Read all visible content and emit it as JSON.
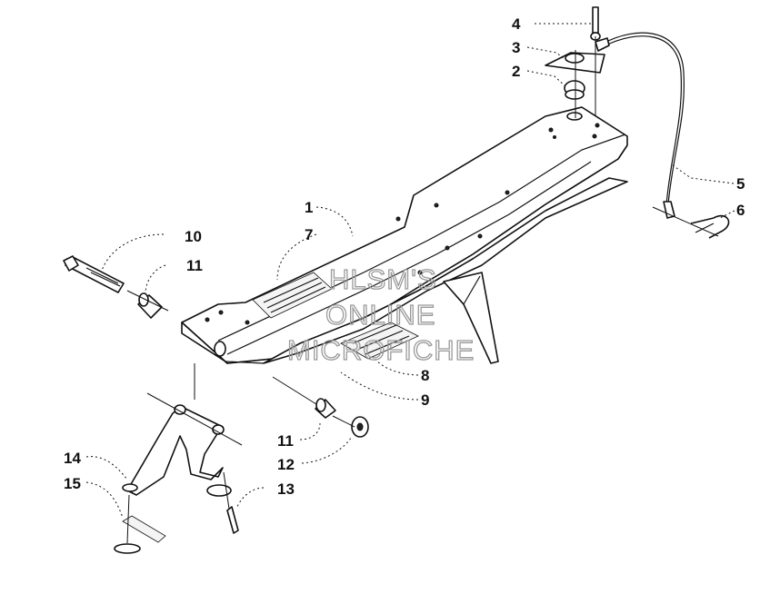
{
  "watermark": {
    "line1": "HLSM'S",
    "line2": "ONLINE",
    "line3": "MICROFICHE"
  },
  "callouts": [
    {
      "id": "1",
      "label": "1"
    },
    {
      "id": "2",
      "label": "2"
    },
    {
      "id": "3",
      "label": "3"
    },
    {
      "id": "4",
      "label": "4"
    },
    {
      "id": "5",
      "label": "5"
    },
    {
      "id": "6",
      "label": "6"
    },
    {
      "id": "7",
      "label": "7"
    },
    {
      "id": "8",
      "label": "8"
    },
    {
      "id": "9",
      "label": "9"
    },
    {
      "id": "10",
      "label": "10"
    },
    {
      "id": "11a",
      "label": "11"
    },
    {
      "id": "11b",
      "label": "11"
    },
    {
      "id": "12",
      "label": "12"
    },
    {
      "id": "13",
      "label": "13"
    },
    {
      "id": "14",
      "label": "14"
    },
    {
      "id": "15",
      "label": "15"
    }
  ]
}
